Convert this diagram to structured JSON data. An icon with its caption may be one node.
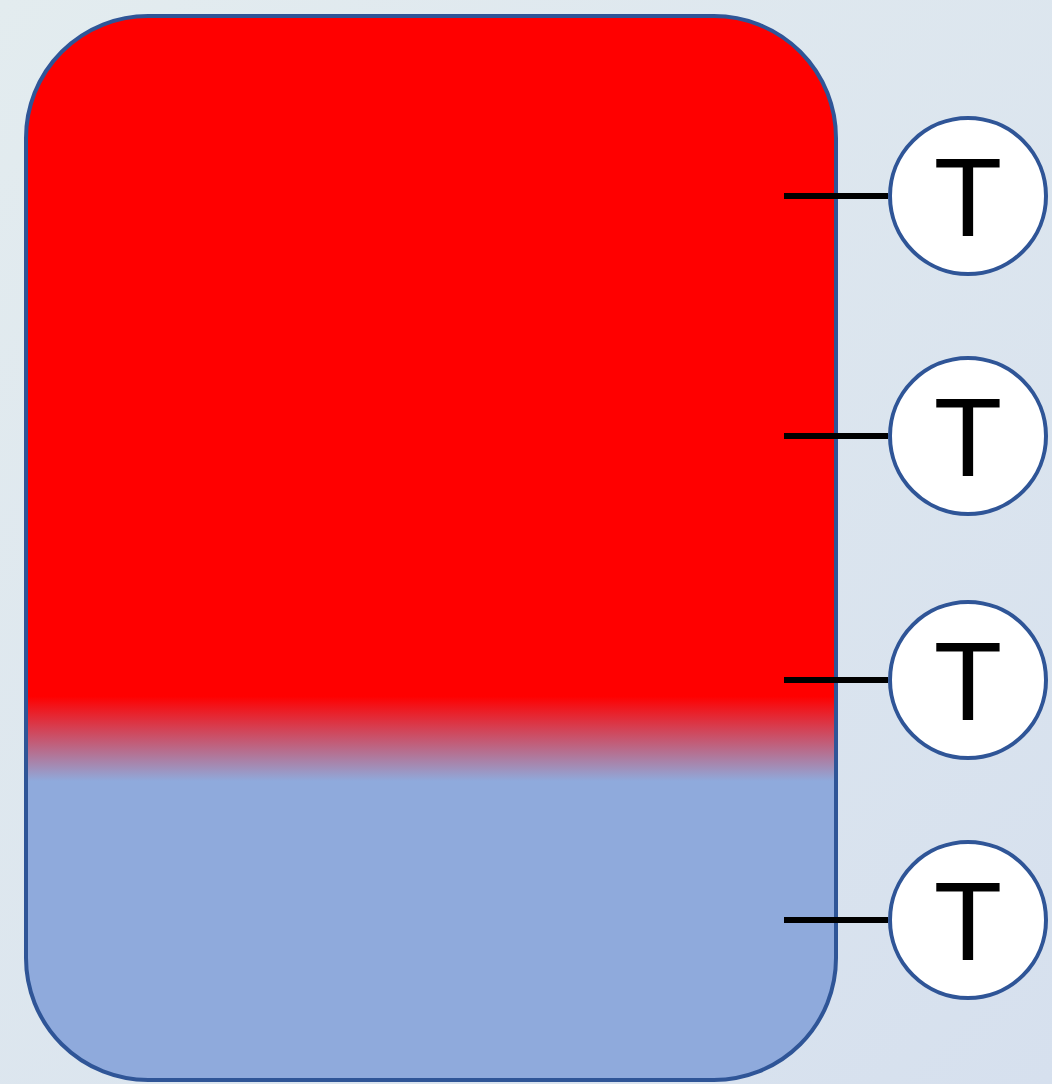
{
  "diagram": {
    "nodes": [
      {
        "text": [],
        "shape": "box"
      },
      {
        "text": [
          "T"
        ]
      },
      {
        "text": [
          "T"
        ]
      },
      {
        "text": [
          "T"
        ]
      },
      {
        "text": [
          "T"
        ]
      }
    ],
    "edges": [
      {
        "from": 1,
        "to": 0,
        "arrow": "none"
      },
      {
        "from": 2,
        "to": 0,
        "arrow": "none"
      },
      {
        "from": 3,
        "to": 0,
        "arrow": "none"
      },
      {
        "from": 4,
        "to": 0,
        "arrow": "none"
      }
    ]
  }
}
